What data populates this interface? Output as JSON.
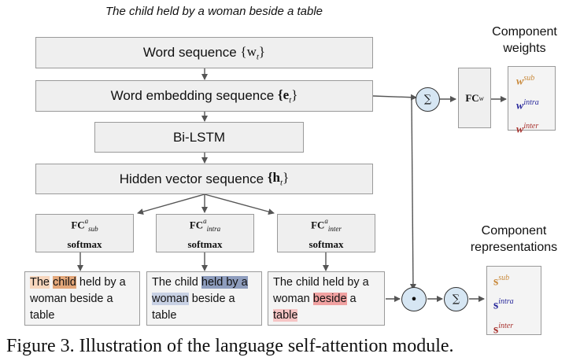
{
  "top_caption": "The child held by a woman beside a table",
  "word_sequence": {
    "label": "Word sequence",
    "math": "{w",
    "sub": "t",
    "close": "}"
  },
  "word_embedding": {
    "label": "Word embedding sequence",
    "math": "{e",
    "sub": "t",
    "close": "}"
  },
  "bilstm": {
    "label": "Bi-LSTM"
  },
  "hidden_vector": {
    "label": "Hidden vector sequence",
    "math": "{h",
    "sub": "t",
    "close": "}"
  },
  "fc_heads": [
    {
      "fc": "FC",
      "sup": "a",
      "sub": "sub",
      "softmax": "softmax"
    },
    {
      "fc": "FC",
      "sup": "a",
      "sub": "intra",
      "softmax": "softmax"
    },
    {
      "fc": "FC",
      "sup": "a",
      "sub": "inter",
      "softmax": "softmax"
    }
  ],
  "attention_texts": [
    {
      "segments": [
        "",
        "The",
        " ",
        "child",
        " held by a woman beside a table"
      ]
    },
    {
      "segments": [
        "The child ",
        "held by a",
        " ",
        "woman",
        " beside a table"
      ]
    },
    {
      "segments": [
        "The child held by a woman ",
        "beside",
        " a ",
        "table",
        ""
      ]
    }
  ],
  "sum_symbol": "∑",
  "dot_symbol": "•",
  "fcw": {
    "fc": "FC",
    "sup": "w"
  },
  "component_weights": {
    "title_line1": "Component",
    "title_line2": "weights",
    "items": [
      {
        "base": "w",
        "sup": "sub",
        "color": "#c98a3c"
      },
      {
        "base": "w",
        "sup": "intra",
        "color": "#2a2a9c"
      },
      {
        "base": "w",
        "sup": "inter",
        "color": "#a8322e"
      }
    ]
  },
  "component_reps": {
    "title_line1": "Component",
    "title_line2": "representations",
    "items": [
      {
        "base": "s",
        "sup": "sub",
        "color": "#c98a3c"
      },
      {
        "base": "s",
        "sup": "intra",
        "color": "#2a2a9c"
      },
      {
        "base": "s",
        "sup": "inter",
        "color": "#a8322e"
      }
    ]
  },
  "figure_caption": "Figure 3. Illustration of the language self-attention module."
}
